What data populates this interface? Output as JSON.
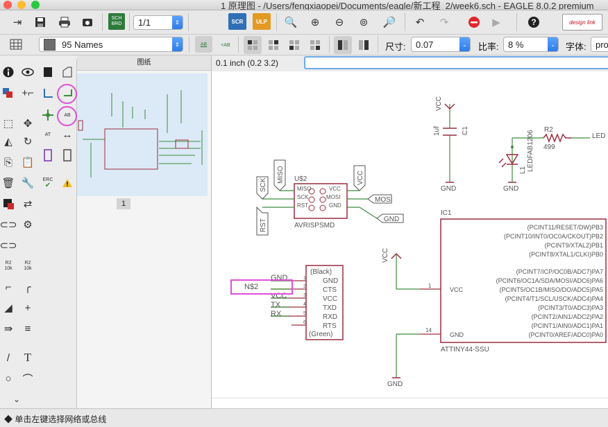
{
  "window": {
    "title": "1 原理图 - /Users/fengxiaopei/Documents/eagle/新工程_2/week6.sch - EAGLE 8.0.2 premium",
    "traffic_colors": [
      "#fd5f57",
      "#febc2e",
      "#28c840"
    ]
  },
  "toolbar1": {
    "page_value": "1/1",
    "sch_brd_label": "SCH\nBRD",
    "scr_label": "SCR",
    "ulp_label": "ULP",
    "design_link_label": "design link"
  },
  "toolbar2": {
    "layer_name": "95 Names",
    "size_label": "尺寸:",
    "size_value": "0.07",
    "ratio_label": "比率:",
    "ratio_value": "8 %",
    "font_label": "字体:",
    "font_value": "pro"
  },
  "left_tools": {
    "erc_label": "ERC",
    "r2_label": "R2\n10k"
  },
  "thumbnail_panel": {
    "header": "图纸",
    "page_number": "1"
  },
  "coord_bar": {
    "coordinates": "0.1 inch (0.2 3.2)",
    "command_value": ""
  },
  "schematic": {
    "vcc": "VCC",
    "gnd": "GND",
    "cap_value": "1uf",
    "cap_name": "C1",
    "resistor_name": "R2",
    "resistor_value": "499",
    "led_name": "L1",
    "led_part": "LEDFAB1206",
    "led_net": "LED",
    "isp_name": "U$2",
    "isp_part": "AVRISPSMD",
    "isp_pins_left": [
      "MISO",
      "SCK",
      "RST"
    ],
    "isp_pins_right": [
      "VCC",
      "MOSI",
      "GND"
    ],
    "nets_isp": {
      "sck": "SCK",
      "miso": "MISO",
      "rst": "RST",
      "vcc": "VCC",
      "mosi": "MOSI",
      "gnd": "GND"
    },
    "header_top": "(Black)",
    "header_bottom": "(Green)",
    "header_pins": [
      "GND",
      "CTS",
      "VCC",
      "TXD",
      "RXD",
      "RTS"
    ],
    "header_numbers": [
      "1",
      "2",
      "3",
      "4",
      "5",
      "6"
    ],
    "header_nets": [
      "GND",
      "N$2",
      "VCC",
      "TX",
      "RX"
    ],
    "ic_name": "IC1",
    "ic_part": "ATTINY44-SSU",
    "ic_pins": [
      "(PCINT11/RESET/DW)PB3",
      "(PCINT10/INT0/OC0A/CKOUT)PB2",
      "(PCINT9/XTAL2)PB1",
      "(PCINT8/XTAL1/CLKI)PB0",
      "(PCINT7/ICP/OC0B/ADC7)PA7",
      "(PCINT6/OC1A/SDA/MOSI/ADC6)PA6",
      "(PCINT5/OC1B/MISO/DO/ADC5)PA5",
      "(PCINT4/T1/SCL/USCK/ADC4)PA4",
      "(PCINT3/T0/ADC3)PA3",
      "(PCINT2/AIN1/ADC2)PA2",
      "(PCINT1/AIN0/ADC1)PA1",
      "(PCINT0/AREF/ADC0)PA0"
    ],
    "ic_vcc_pin": "VCC",
    "ic_gnd_pin": "GND",
    "ic_vcc_num": "1",
    "ic_gnd_num": "14"
  },
  "status": {
    "message": "◆ 单击左键选择网络或总线"
  },
  "colors": {
    "wire": "#3c8b3c",
    "symbol": "#9a2c3e",
    "text": "#555555",
    "highlight": "#e04fd8",
    "selection": "#4a90e2"
  }
}
